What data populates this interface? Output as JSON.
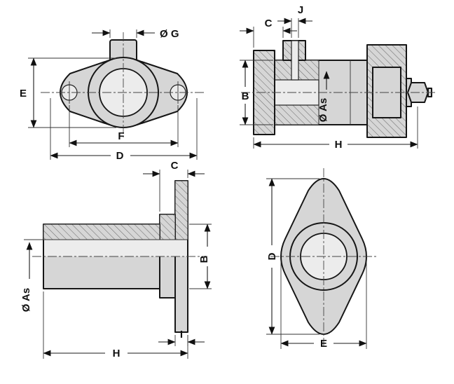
{
  "drawing": {
    "type": "technical-dimension-drawing",
    "subject": "flanged cylinder bushing, four orthographic views",
    "colors": {
      "background": "#ffffff",
      "outline": "#161616",
      "part_fill": "#d6d6d6",
      "hatch_line": "#6f6f6f",
      "hole_fill": "#ececec"
    },
    "views": {
      "front": {
        "dims": {
          "e": "E",
          "g": "Ø G",
          "f": "F",
          "d": "D"
        }
      },
      "section": {
        "dims": {
          "j": "J",
          "c": "C",
          "b": "B",
          "as": "Ø As",
          "h": "H"
        }
      },
      "side": {
        "dims": {
          "c": "C",
          "b": "B",
          "as": "Ø As",
          "h": "H",
          "i": "I"
        }
      },
      "back": {
        "dims": {
          "d": "D",
          "e": "E"
        }
      }
    }
  }
}
